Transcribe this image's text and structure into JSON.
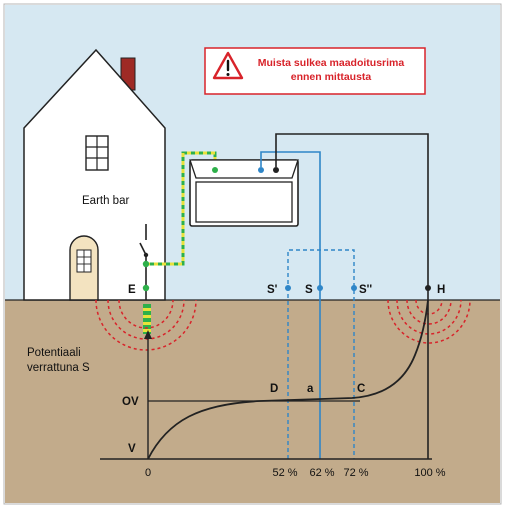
{
  "warning": {
    "line1": "Muista sulkea maadoitusrima",
    "line2": "ennen mittausta",
    "icon": "warning-triangle-icon",
    "color": "#d8232a"
  },
  "labels": {
    "earth_bar": "Earth bar",
    "potential_line1": "Potentiaali",
    "potential_line2": "verrattuna S"
  },
  "probes": {
    "E": "E",
    "S1": "S'",
    "S": "S",
    "S2": "S''",
    "H": "H"
  },
  "curve_points": {
    "D": "D",
    "a": "a",
    "C": "C"
  },
  "axis": {
    "ov": "OV",
    "v": "V",
    "ticks": [
      "0",
      "52 %",
      "62 %",
      "72 %",
      "100 %"
    ]
  },
  "colors": {
    "sky": "#d6e8f2",
    "ground": "#c2ab8b",
    "probe_blue": "#2f86c8",
    "earth_green": "#2eb04a",
    "earth_yellow": "#e8e23a",
    "zone_red": "#d8232a"
  }
}
